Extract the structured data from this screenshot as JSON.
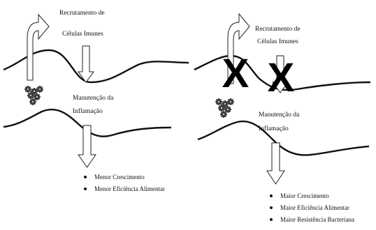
{
  "left": {
    "top_label_line1": "Recrutamento de",
    "top_label_line2": "Células Imunes",
    "mid_label_line1": "Manutenção da",
    "mid_label_line2": "Inflamação",
    "outcomes": [
      "Menor Crescimento",
      "Menor Eficiência Alimentar"
    ]
  },
  "right": {
    "top_label_line1": "Recrutamento de",
    "top_label_line2": "Células Imunes",
    "mid_label_line1": "Manutenção da",
    "mid_label_line2": "Inflamação",
    "outcomes": [
      "Maior Crescimento",
      "Maior Eficiência Alimentar",
      "Maior Resistência Bacteriana"
    ],
    "blocked_mark": "X"
  }
}
